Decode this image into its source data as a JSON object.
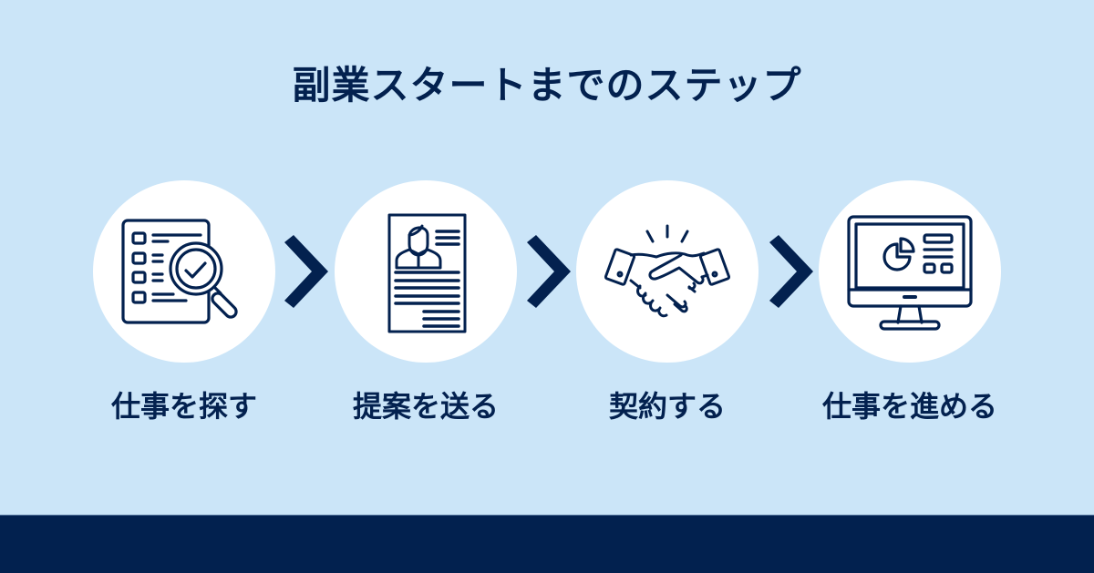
{
  "title": "副業スタートまでのステップ",
  "colors": {
    "background": "#cbe5f8",
    "navy": "#03214f",
    "circle": "#ffffff",
    "footer": "#02214f"
  },
  "steps": [
    {
      "label": "仕事を探す",
      "icon": "checklist-magnifier-icon"
    },
    {
      "label": "提案を送る",
      "icon": "resume-document-icon"
    },
    {
      "label": "契約する",
      "icon": "handshake-icon"
    },
    {
      "label": "仕事を進める",
      "icon": "monitor-dashboard-icon"
    }
  ],
  "arrows": [
    "chevron-right-icon",
    "chevron-right-icon",
    "chevron-right-icon"
  ]
}
